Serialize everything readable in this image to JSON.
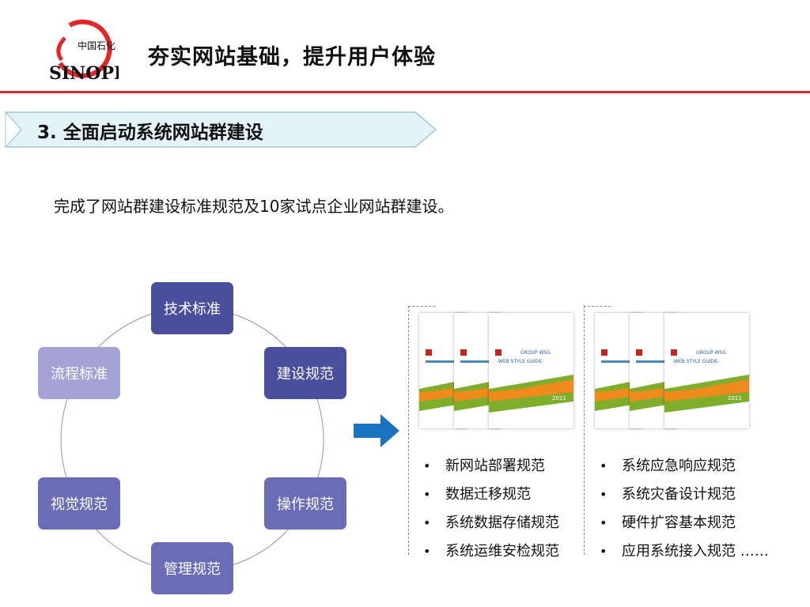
{
  "header": {
    "logo_text": "中国石化 SINOPEC",
    "title": "夯实网站基础，提升用户体验"
  },
  "section": {
    "title": "3. 全面启动系统网站群建设"
  },
  "summary": "完成了网站群建设标准规范及10家试点企业网站群建设。",
  "cycle_nodes": {
    "top": "技术标准",
    "right_upper": "建设规范",
    "right_lower": "操作规范",
    "bottom": "管理规范",
    "left_lower": "视觉规范",
    "left_upper": "流程标准"
  },
  "doc_cover": {
    "brand": "GROUP WSG",
    "subtitle": "-WEB STYLE GUIDE-",
    "year": "2011"
  },
  "left_specs": [
    "新网站部署规范",
    "数据迁移规范",
    "系统数据存储规范",
    "系统运维安检规范"
  ],
  "right_specs": [
    "系统应急响应规范",
    "系统灾备设计规范",
    "硬件扩容基本规范",
    "应用系统接入规范 ……"
  ],
  "bullet_symbol": "•",
  "colors": {
    "accent_red": "#e3262a",
    "node_dark": "#4b4e9c",
    "node_mid": "#6a6cb5",
    "node_light": "#a3a4d3",
    "arrow_blue": "#1a73c0",
    "banner_fill": "#e3f3f8"
  }
}
